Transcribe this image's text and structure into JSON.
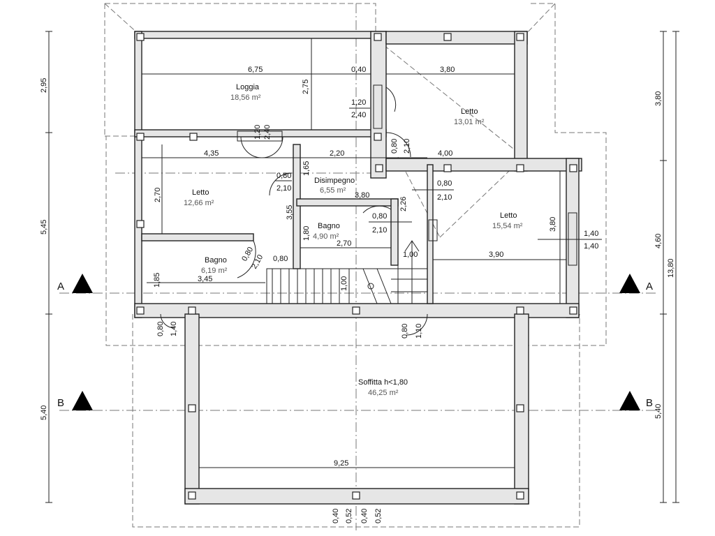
{
  "rooms": [
    {
      "name": "Loggia",
      "area": "18,56 m²"
    },
    {
      "name": "Letto",
      "area": "13,01 m²"
    },
    {
      "name": "Disimpegno",
      "area": "6,55 m²"
    },
    {
      "name": "Letto",
      "area": "12,66 m²"
    },
    {
      "name": "Letto",
      "area": "15,54 m²"
    },
    {
      "name": "Bagno",
      "area": "4,90 m²"
    },
    {
      "name": "Bagno",
      "area": "6,19 m²"
    },
    {
      "name": "Soffitta h<1,80",
      "area": "46,25 m²"
    }
  ],
  "dimensions_h": [
    "6,75",
    "0,40",
    "3,80",
    "4,35",
    "2,20",
    "4,00",
    "3,80",
    "3,45",
    "0,80",
    "2,70",
    "1,00",
    "3,90",
    "9,25"
  ],
  "dimensions_v": [
    "2,75",
    "1,20",
    "2,40",
    "0,80",
    "2,10",
    "1,65",
    "2,70",
    "3,55",
    "1,80",
    "2,26",
    "3,80",
    "1,85",
    "1,00",
    "0,80",
    "1,10",
    "0,80",
    "1,40",
    "0,40",
    "0,52",
    "0,40",
    "0,52"
  ],
  "door_labels": [
    {
      "w": "1,20",
      "h": "2,40"
    },
    {
      "w": "0,80",
      "h": "2,10"
    },
    {
      "w": "0,80",
      "h": "2,10"
    },
    {
      "w": "0,80",
      "h": "2,10"
    },
    {
      "w": "0,80",
      "h": "2,10"
    },
    {
      "w": "1,40",
      "h": "1,40"
    },
    {
      "w": "0,80",
      "h": "2,10"
    }
  ],
  "side_dims_left": [
    "2,95",
    "5,45",
    "5,40"
  ],
  "side_dims_right": [
    "3,80",
    "4,60",
    "5,40",
    "13,80"
  ],
  "sections": [
    "A",
    "A",
    "B",
    "B"
  ]
}
